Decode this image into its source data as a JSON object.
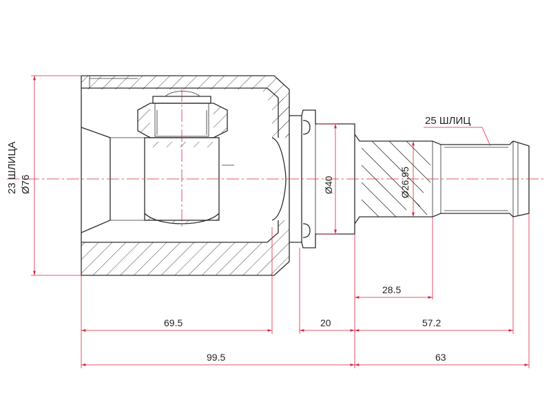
{
  "notes": {
    "left_splines": "23 ШЛИЦА",
    "left_diameter": "Ø76",
    "right_splines": "25 ШЛИЦ"
  },
  "dimensions": {
    "d40": "Ø40",
    "d2695": "Ø26.95",
    "l695": "69.5",
    "l20": "20",
    "l572": "57.2",
    "l285": "28.5",
    "l995": "99.5",
    "l63": "63"
  },
  "colors": {
    "outline": "#2a2a2a",
    "dimension": "#d9233a",
    "background": "#ffffff"
  }
}
